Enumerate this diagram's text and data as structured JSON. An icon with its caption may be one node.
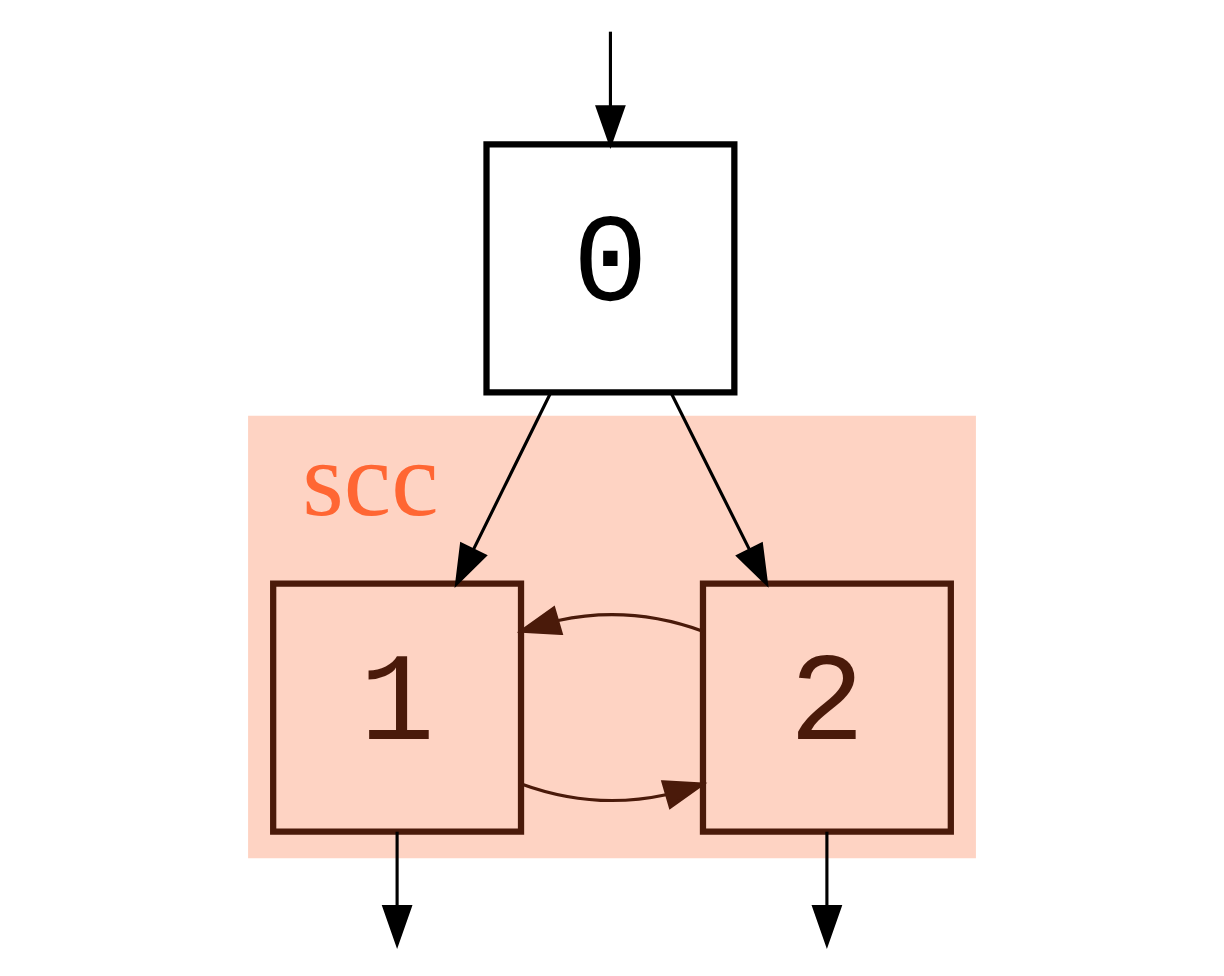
{
  "diagram": {
    "nodes": [
      {
        "text": [
          "0"
        ]
      },
      {
        "text": [
          "scc"
        ]
      },
      {
        "text": [
          "1"
        ],
        "in": 1
      },
      {
        "text": [
          "2"
        ],
        "in": 1
      }
    ],
    "edges": [
      {
        "from": null,
        "to": 0,
        "arrow": "to"
      },
      {
        "from": 0,
        "to": 2,
        "arrow": "to"
      },
      {
        "from": 0,
        "to": 3,
        "arrow": "to"
      },
      {
        "from": 2,
        "to": 3,
        "arrow": "to",
        "color": "#4a1a0a"
      },
      {
        "from": 3,
        "to": 2,
        "arrow": "to",
        "color": "#4a1a0a"
      },
      {
        "from": 2,
        "to": null,
        "arrow": "to"
      },
      {
        "from": 3,
        "to": null,
        "arrow": "to"
      }
    ]
  }
}
